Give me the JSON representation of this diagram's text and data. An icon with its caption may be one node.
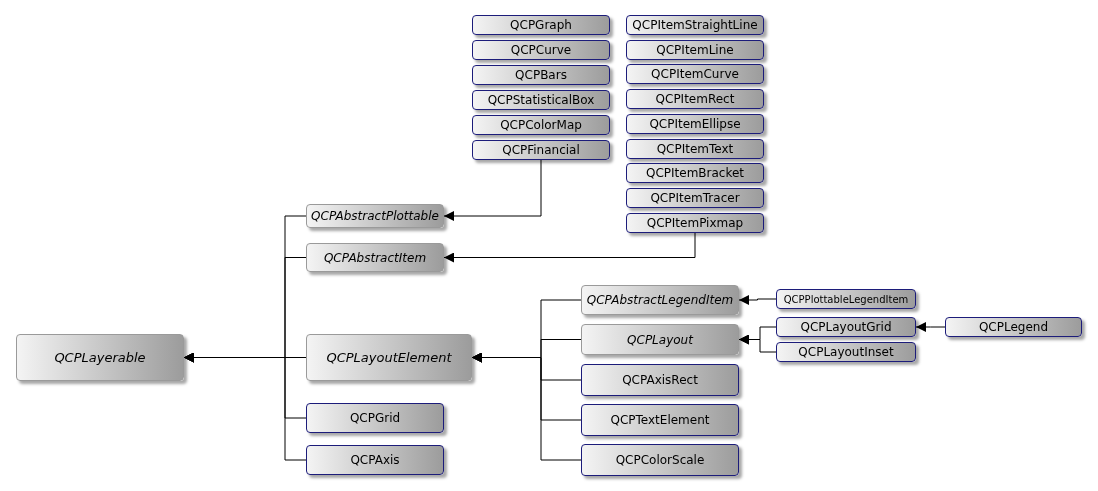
{
  "diagram": {
    "nodes": [
      {
        "text": [
          "QCPGraph"
        ]
      },
      {
        "text": [
          "QCPCurve"
        ]
      },
      {
        "text": [
          "QCPBars"
        ]
      },
      {
        "text": [
          "QCPStatisticalBox"
        ]
      },
      {
        "text": [
          "QCPColorMap"
        ]
      },
      {
        "text": [
          "QCPFinancial"
        ]
      },
      {
        "text": [
          "QCPItemStraightLine"
        ]
      },
      {
        "text": [
          "QCPItemLine"
        ]
      },
      {
        "text": [
          "QCPItemCurve"
        ]
      },
      {
        "text": [
          "QCPItemRect"
        ]
      },
      {
        "text": [
          "QCPItemEllipse"
        ]
      },
      {
        "text": [
          "QCPItemText"
        ]
      },
      {
        "text": [
          "QCPItemBracket"
        ]
      },
      {
        "text": [
          "QCPItemTracer"
        ]
      },
      {
        "text": [
          "QCPItemPixmap"
        ]
      },
      {
        "text": [
          "QCPAbstractPlottable"
        ]
      },
      {
        "text": [
          "QCPAbstractItem"
        ]
      },
      {
        "text": [
          "QCPLayerable"
        ]
      },
      {
        "text": [
          "QCPLayoutElement"
        ]
      },
      {
        "text": [
          "QCPGrid"
        ]
      },
      {
        "text": [
          "QCPAxis"
        ]
      },
      {
        "text": [
          "QCPAbstractLegendItem"
        ]
      },
      {
        "text": [
          "QCPLayout"
        ]
      },
      {
        "text": [
          "QCPAxisRect"
        ]
      },
      {
        "text": [
          "QCPTextElement"
        ]
      },
      {
        "text": [
          "QCPColorScale"
        ]
      },
      {
        "text": [
          "QCPPlottableLegendItem"
        ]
      },
      {
        "text": [
          "QCPLayoutGrid"
        ]
      },
      {
        "text": [
          "QCPLayoutInset"
        ]
      },
      {
        "text": [
          "QCPLegend"
        ]
      }
    ],
    "edges": [
      {
        "from": 5,
        "to": 15,
        "arrow": "to"
      },
      {
        "from": 14,
        "to": 16,
        "arrow": "to"
      },
      {
        "from": 15,
        "to": 17,
        "arrow": "to"
      },
      {
        "from": 16,
        "to": 17,
        "arrow": "to"
      },
      {
        "from": 18,
        "to": 17,
        "arrow": "to"
      },
      {
        "from": 19,
        "to": 17,
        "arrow": "to"
      },
      {
        "from": 20,
        "to": 17,
        "arrow": "to"
      },
      {
        "from": 21,
        "to": 18,
        "arrow": "to"
      },
      {
        "from": 22,
        "to": 18,
        "arrow": "to"
      },
      {
        "from": 23,
        "to": 18,
        "arrow": "to"
      },
      {
        "from": 24,
        "to": 18,
        "arrow": "to"
      },
      {
        "from": 25,
        "to": 18,
        "arrow": "to"
      },
      {
        "from": 26,
        "to": 21,
        "arrow": "to"
      },
      {
        "from": 27,
        "to": 22,
        "arrow": "to"
      },
      {
        "from": 28,
        "to": 22,
        "arrow": "to"
      },
      {
        "from": 29,
        "to": 27,
        "arrow": "to"
      }
    ]
  }
}
